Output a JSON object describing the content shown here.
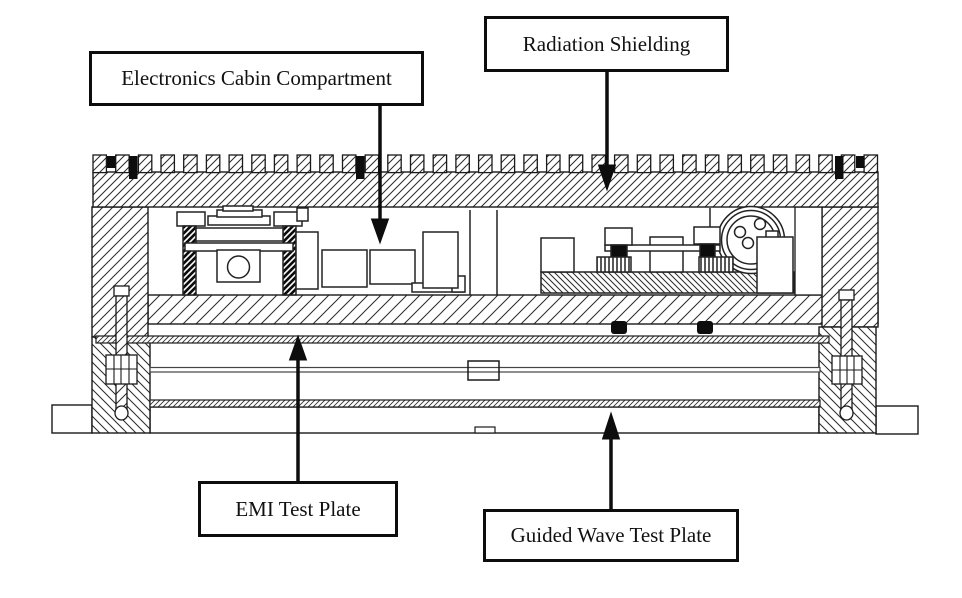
{
  "figure": {
    "type": "engineering-cross-section-diagram",
    "background_color": "#ffffff",
    "line_color": "#1a1a1a",
    "fill_color": "#ffffff",
    "annotation_color": "#0d0d0d"
  },
  "labels": {
    "electronics_compartment": "Electronics Cabin Compartment",
    "radiation_shielding": "Radiation Shielding",
    "emi_test_plate": "EMI Test Plate",
    "guided_wave_test_plate": "Guided Wave Test Plate"
  }
}
